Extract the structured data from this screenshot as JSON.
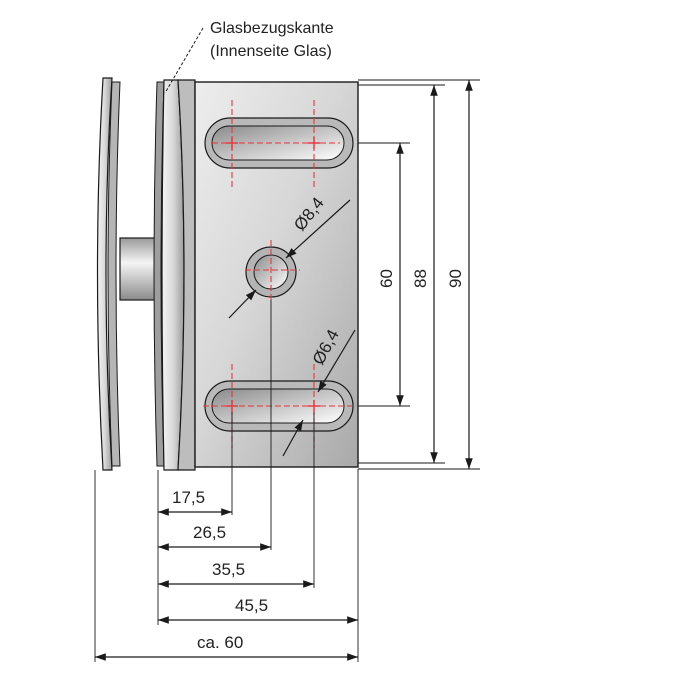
{
  "annotation": {
    "line1": "Glasbezugskante",
    "line2": "(Innenseite Glas)"
  },
  "dimensions": {
    "vertical": {
      "d60": "60",
      "d88": "88",
      "d90": "90"
    },
    "horizontal": {
      "d17_5": "17,5",
      "d26_5": "26,5",
      "d35_5": "35,5",
      "d45_5": "45,5",
      "ca60": "ca. 60"
    },
    "diameters": {
      "center_hole": "Ø8,4",
      "slot_hole": "Ø6,4"
    }
  },
  "colors": {
    "center_marks": "#e8343a",
    "lines": "#1a1a1a"
  }
}
